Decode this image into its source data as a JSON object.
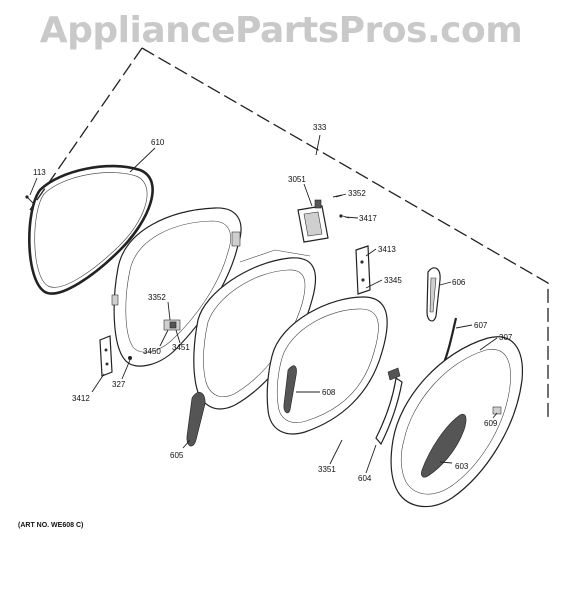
{
  "watermark": "AppliancePartsPros.com",
  "art_number": "(ART NO. WE608 C)",
  "part_labels": [
    {
      "id": "333",
      "text": "333"
    },
    {
      "id": "610",
      "text": "610"
    },
    {
      "id": "113",
      "text": "113"
    },
    {
      "id": "3051",
      "text": "3051"
    },
    {
      "id": "3352a",
      "text": "3352"
    },
    {
      "id": "3417",
      "text": "3417"
    },
    {
      "id": "3413",
      "text": "3413"
    },
    {
      "id": "3345",
      "text": "3345"
    },
    {
      "id": "606",
      "text": "606"
    },
    {
      "id": "607",
      "text": "607"
    },
    {
      "id": "307",
      "text": "307"
    },
    {
      "id": "3352b",
      "text": "3352"
    },
    {
      "id": "3450",
      "text": "3450"
    },
    {
      "id": "3451",
      "text": "3451"
    },
    {
      "id": "608",
      "text": "608"
    },
    {
      "id": "609",
      "text": "609"
    },
    {
      "id": "327",
      "text": "327"
    },
    {
      "id": "3412",
      "text": "3412"
    },
    {
      "id": "605",
      "text": "605"
    },
    {
      "id": "3351",
      "text": "3351"
    },
    {
      "id": "604",
      "text": "604"
    },
    {
      "id": "603",
      "text": "603"
    }
  ]
}
